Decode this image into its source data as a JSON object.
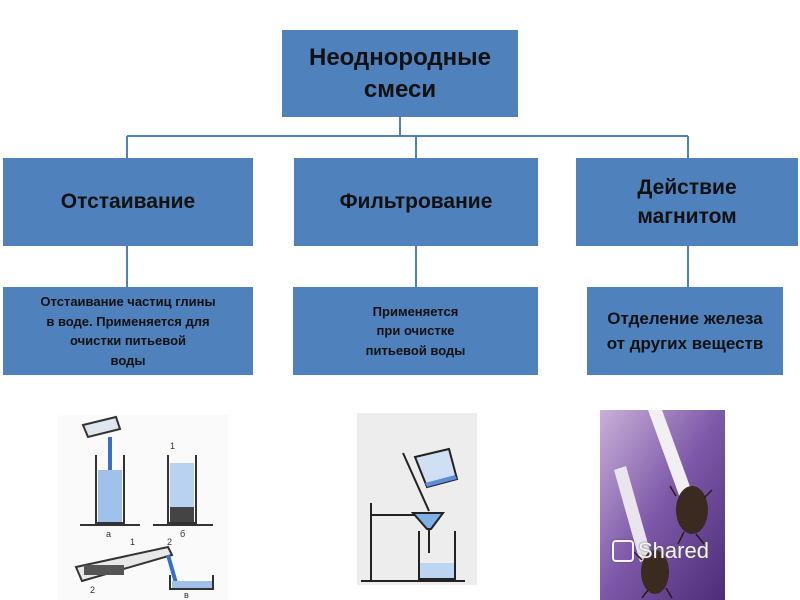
{
  "root": {
    "line1": "Неоднородные",
    "line2": "смеси"
  },
  "methods": [
    {
      "title_lines": [
        "Отстаивание"
      ],
      "description_lines": [
        "Отстаивание частиц глины",
        "в воде. Применяется для",
        "очистки питьевой",
        "воды"
      ]
    },
    {
      "title_lines": [
        "Фильтрование"
      ],
      "description_lines": [
        "Применяется",
        "при очистке",
        "питьевой воды"
      ]
    },
    {
      "title_lines": [
        "Действие",
        "магнитом"
      ],
      "description_lines": [
        "Отделение железа",
        "от других веществ"
      ]
    }
  ],
  "illustrations": {
    "settling": {
      "labels": [
        "1",
        "а",
        "б",
        "2",
        "1",
        "2",
        "в"
      ]
    }
  },
  "watermark": {
    "text": "Shared",
    "icon": "presentation-icon"
  },
  "colors": {
    "box_fill": "#4f81bd",
    "connector": "#4f81bd",
    "water": "#5b8fd8"
  }
}
